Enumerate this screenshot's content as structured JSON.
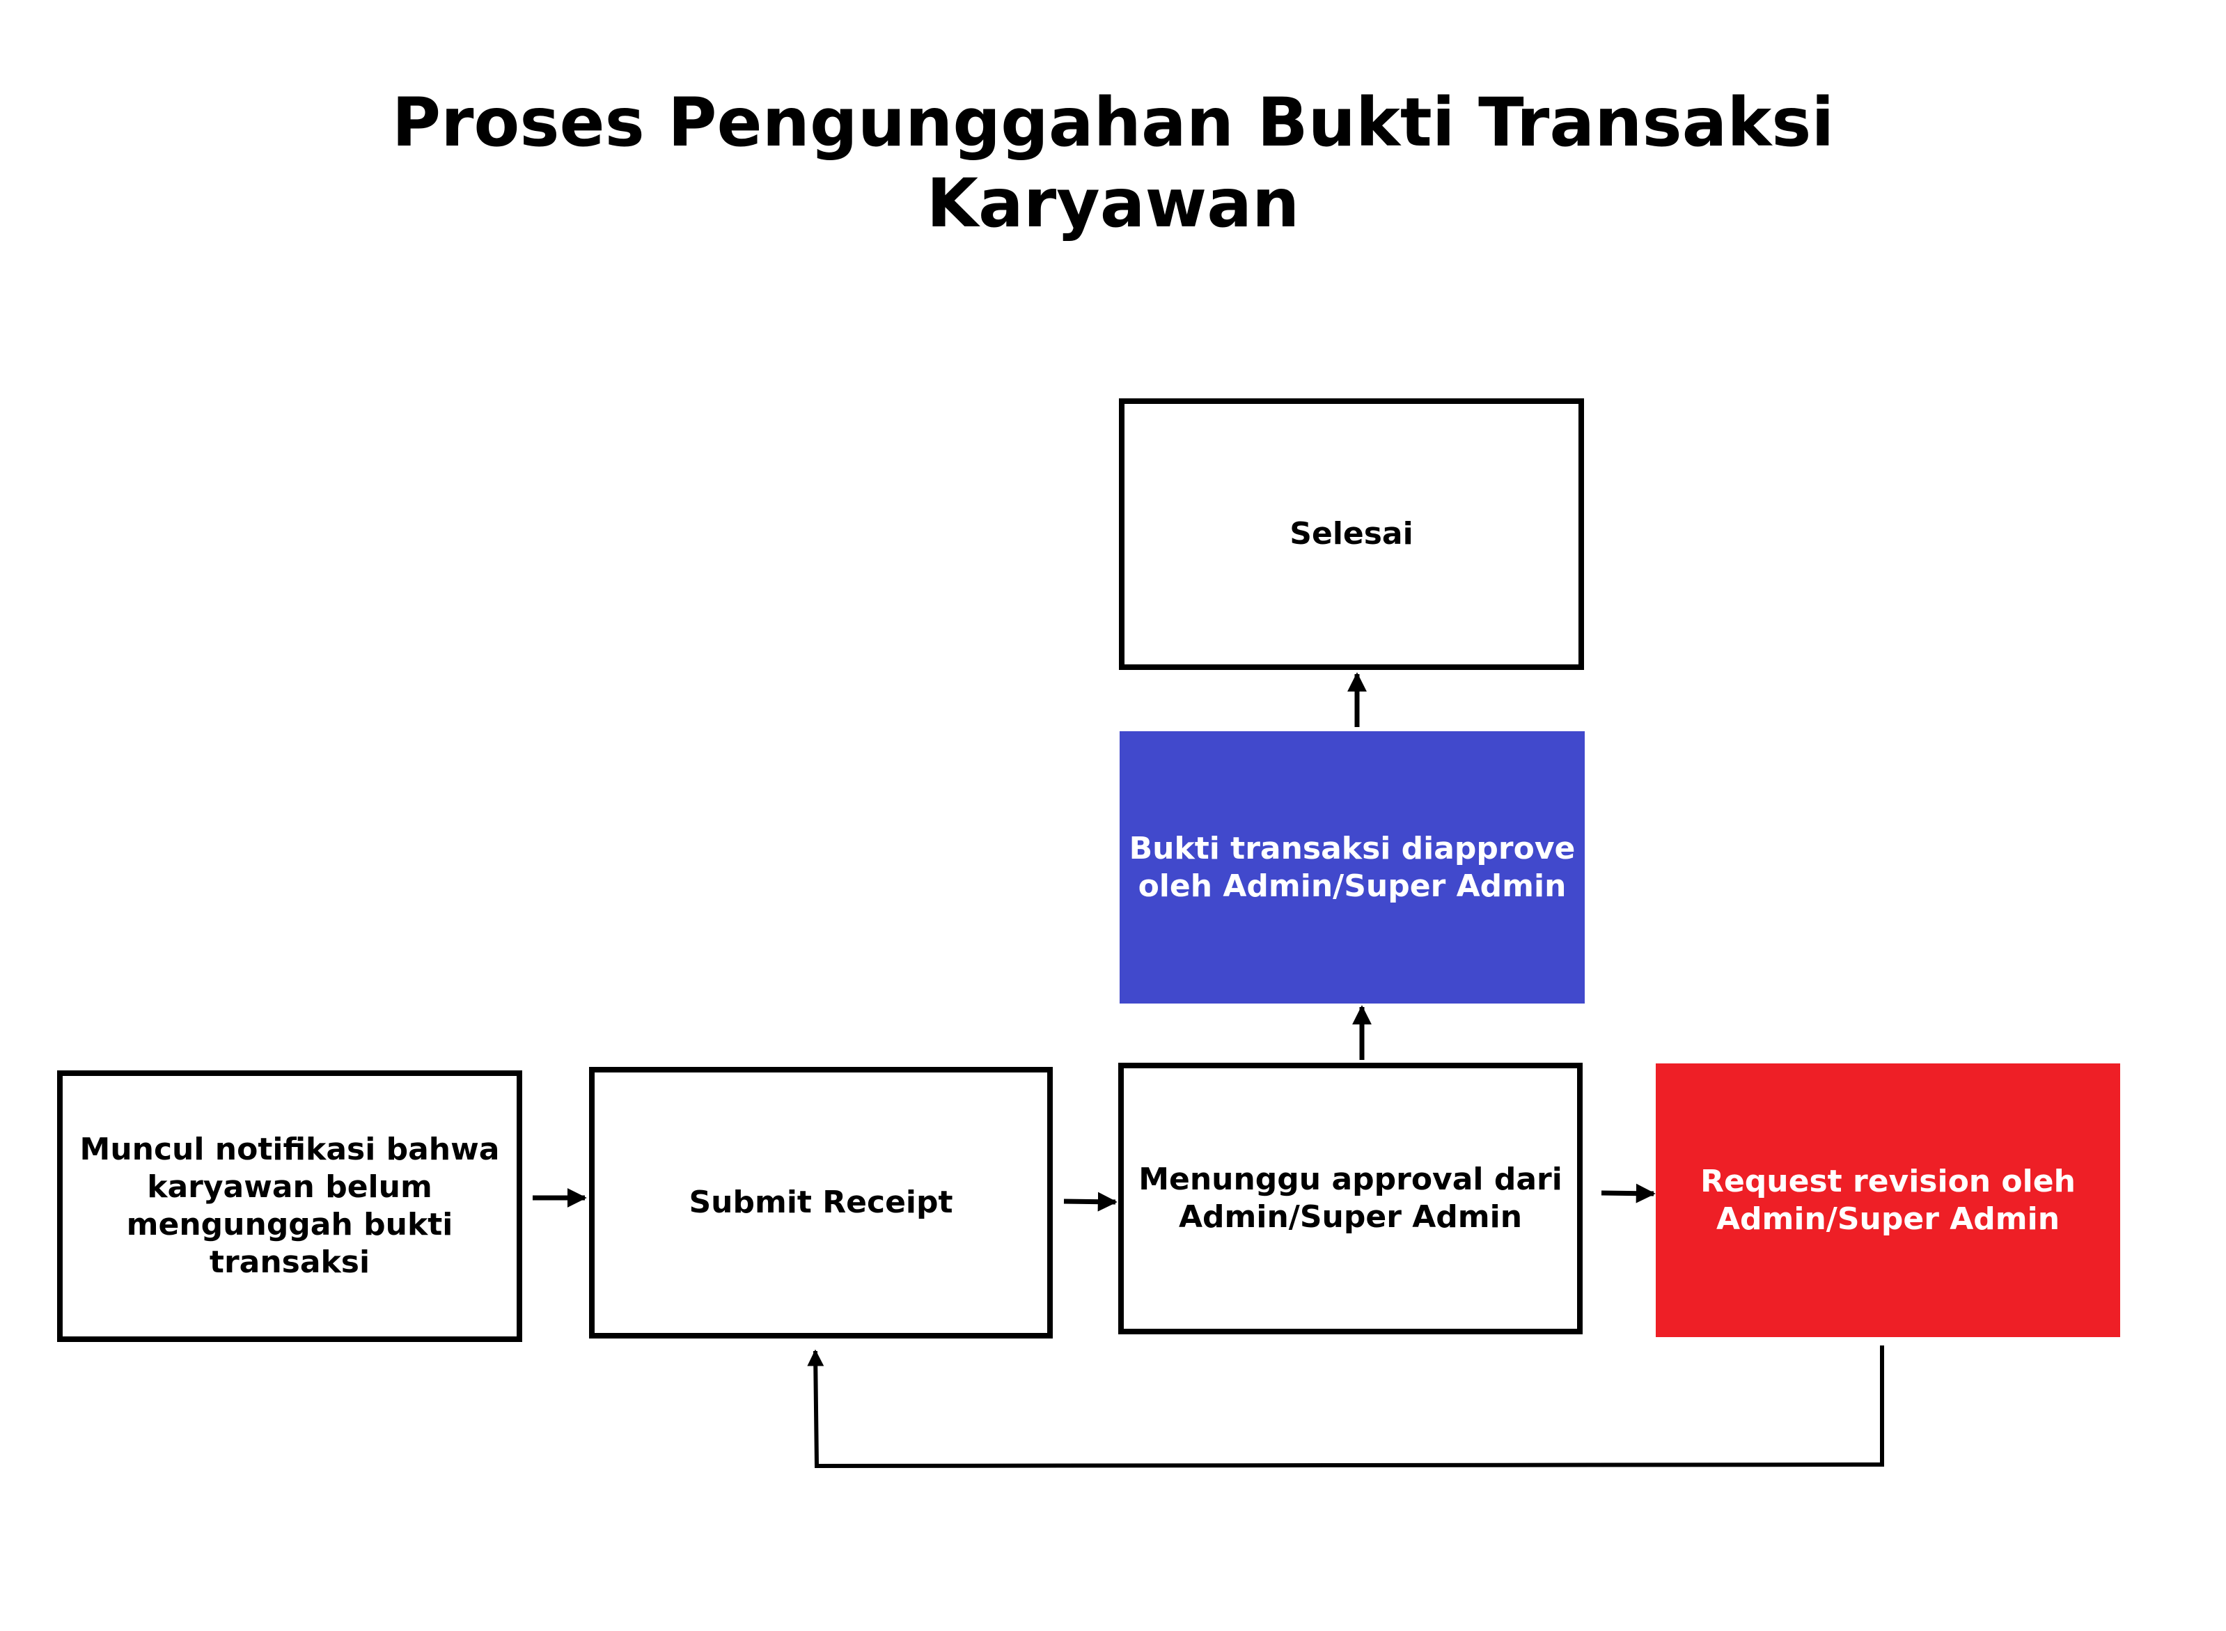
{
  "title": {
    "line1": "Proses Pengunggahan Bukti Transaksi",
    "line2": "Karyawan"
  },
  "nodes": {
    "notification": {
      "lines": [
        "Muncul notifikasi bahwa",
        "karyawan belum",
        "mengunggah bukti transaksi"
      ]
    },
    "submit": {
      "lines": [
        "Submit Receipt"
      ]
    },
    "waiting": {
      "lines": [
        "Menunggu approval dari",
        "Admin/Super Admin"
      ]
    },
    "revision": {
      "lines": [
        "Request revision oleh",
        "Admin/Super Admin"
      ],
      "color": "#ee1f26"
    },
    "approved": {
      "lines": [
        "Bukti transaksi diapprove",
        "oleh Admin/Super Admin"
      ],
      "color": "#4149cc"
    },
    "done": {
      "lines": [
        "Selesai"
      ]
    }
  },
  "edges": [
    {
      "from": "notification",
      "to": "submit"
    },
    {
      "from": "submit",
      "to": "waiting"
    },
    {
      "from": "waiting",
      "to": "revision"
    },
    {
      "from": "waiting",
      "to": "approved"
    },
    {
      "from": "approved",
      "to": "done"
    },
    {
      "from": "revision",
      "to": "submit"
    }
  ]
}
